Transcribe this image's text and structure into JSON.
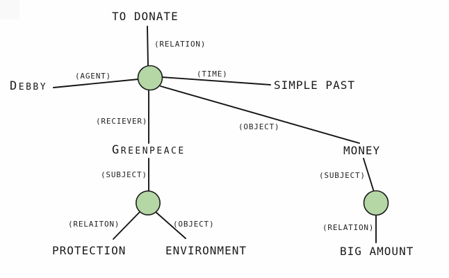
{
  "diagram": {
    "description": "semantic-network-sentence-diagram",
    "colors": {
      "background": "#fefefe",
      "node_fill": "#b5d7a6",
      "node_stroke": "#1c1c1c",
      "edge_line": "#141414",
      "text": "#1a1a1a"
    },
    "word_nodes": [
      {
        "id": "to-donate",
        "label": "TO DONATE"
      },
      {
        "id": "debby",
        "label": "DEBBY"
      },
      {
        "id": "simple-past",
        "label": "SIMPLE PAST"
      },
      {
        "id": "greenpeace",
        "label": "GREENPEACE"
      },
      {
        "id": "money",
        "label": "MONEY"
      },
      {
        "id": "protection",
        "label": "PROTECTION"
      },
      {
        "id": "environment",
        "label": "ENVIRONMENT"
      },
      {
        "id": "big-amount",
        "label": "BIG AMOUNT"
      }
    ],
    "concept_nodes": [
      {
        "id": "node-main"
      },
      {
        "id": "node-lower-left"
      },
      {
        "id": "node-lower-right"
      }
    ],
    "edges": [
      {
        "from": "to-donate",
        "to": "node-main",
        "label": "(RELATION)"
      },
      {
        "from": "debby",
        "to": "node-main",
        "label": "(AGENT)"
      },
      {
        "from": "node-main",
        "to": "simple-past",
        "label": "(TIME)"
      },
      {
        "from": "node-main",
        "to": "greenpeace",
        "label": "(RECIEVER)"
      },
      {
        "from": "node-main",
        "to": "money",
        "label": "(OBJECT)"
      },
      {
        "from": "greenpeace",
        "to": "node-lower-left",
        "label": "(SUBJECT)"
      },
      {
        "from": "node-lower-left",
        "to": "protection",
        "label": "(RELAITON)"
      },
      {
        "from": "node-lower-left",
        "to": "environment",
        "label": "(OBJECT)"
      },
      {
        "from": "money",
        "to": "node-lower-right",
        "label": "(SUBJECT)"
      },
      {
        "from": "node-lower-right",
        "to": "big-amount",
        "label": "(RELATION)"
      }
    ]
  }
}
